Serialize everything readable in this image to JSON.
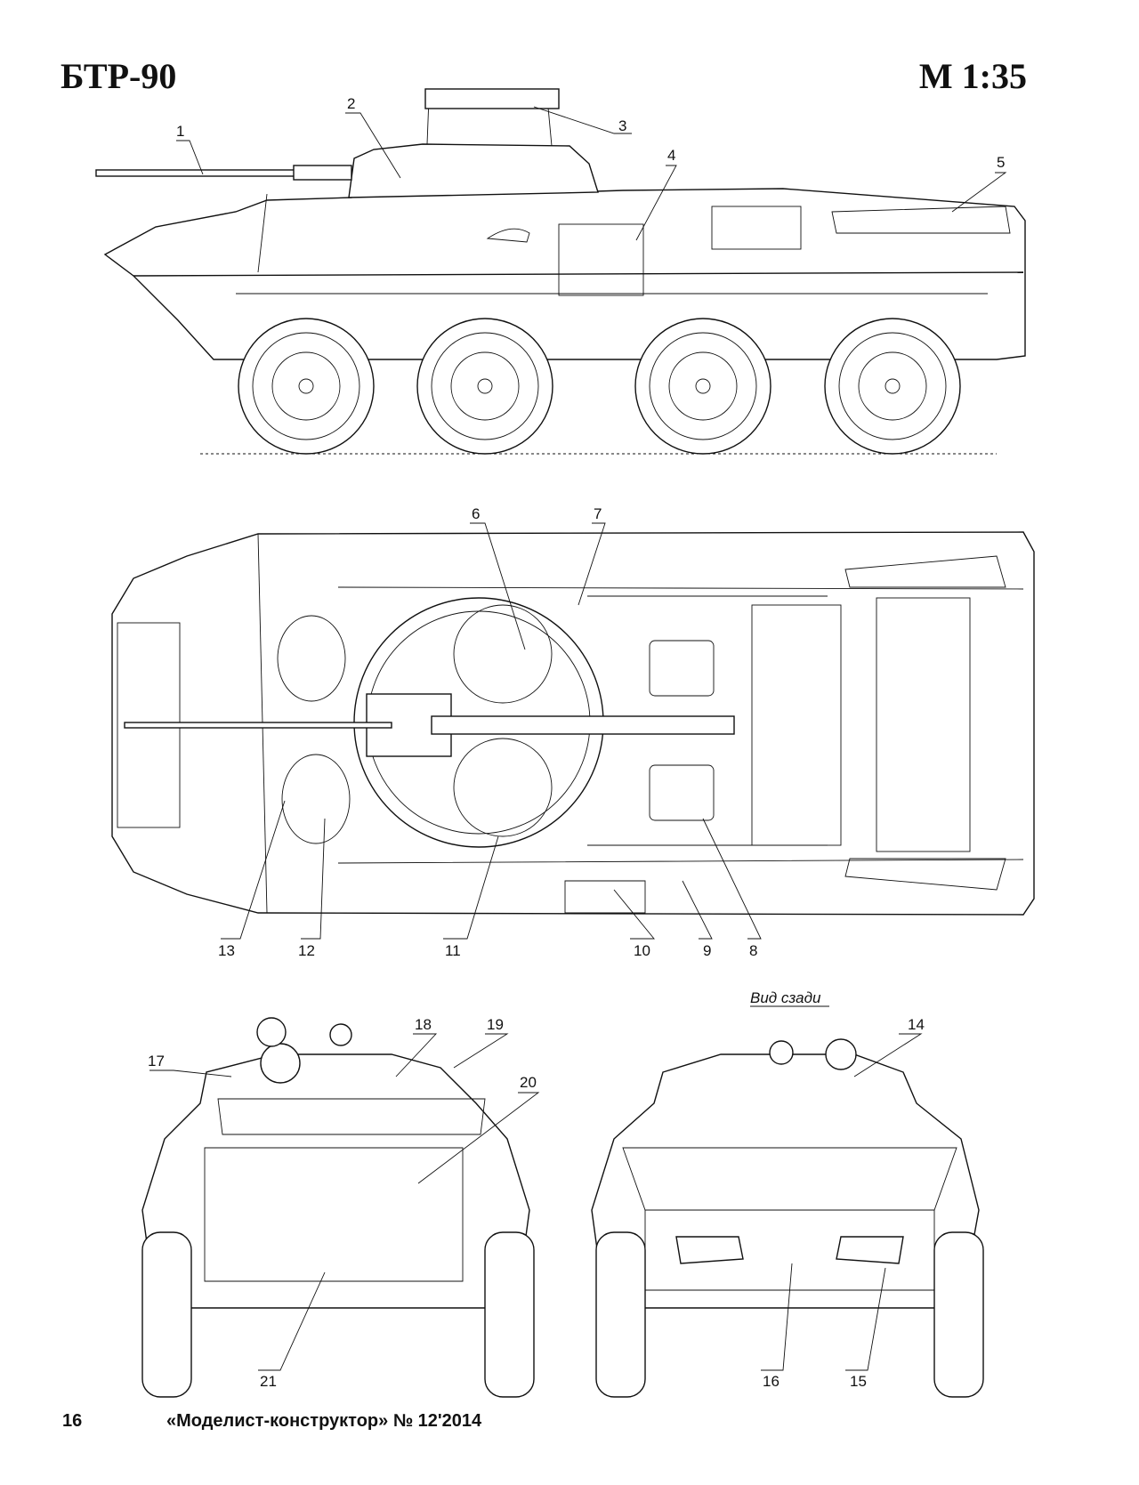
{
  "header": {
    "title": "БТР-90",
    "scale": "М 1:35"
  },
  "callouts": [
    "1",
    "2",
    "3",
    "4",
    "5",
    "6",
    "7",
    "8",
    "9",
    "10",
    "11",
    "12",
    "13",
    "14",
    "15",
    "16",
    "17",
    "18",
    "19",
    "20",
    "21"
  ],
  "rear_view_caption": "Вид сзади",
  "footer": {
    "page_number": "16",
    "magazine": "«Моделист-конструктор» № 12'2014"
  }
}
